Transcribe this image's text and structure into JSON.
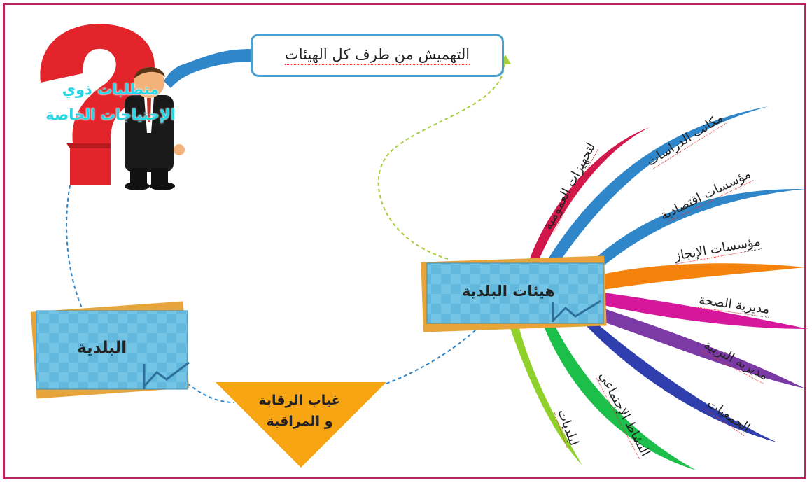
{
  "callout": {
    "text": "التهميش من طرف كل الهيئات"
  },
  "central": {
    "title": "هيئات البلدية"
  },
  "municipality": {
    "title": "البلدية"
  },
  "triangle": {
    "line1": "غياب الرقابة",
    "line2": "و المراقبة"
  },
  "question": {
    "line1": "متطلبات ذوي",
    "line2": "الإحتياجات الخاصة"
  },
  "branches": [
    {
      "label": "لتجهيزات العمومية",
      "color": "#d2184a"
    },
    {
      "label": "مكاتب الدراسات",
      "color": "#2f86c9"
    },
    {
      "label": "مؤسسات اقتصادية",
      "color": "#2f86c9"
    },
    {
      "label": "مؤسسات الإنجاز",
      "color": "#f5820d"
    },
    {
      "label": "مديرية الصحة",
      "color": "#d6179c"
    },
    {
      "label": "مديرية التربية",
      "color": "#7b3aa5"
    },
    {
      "label": "الجمعيات",
      "color": "#2f3fae"
    },
    {
      "label": "النشاط الإجتماعي",
      "color": "#1bbf4a"
    },
    {
      "label": "لبلديات",
      "color": "#8fd12a"
    }
  ],
  "colors": {
    "frame": "#b8245c",
    "box_fill": "#63b9dd",
    "box_shadow": "#e6a43a",
    "triangle": "#f7a512",
    "question_mark": "#e3242b",
    "connector": "#2f86c9",
    "callout_link": "#a6cf3a"
  }
}
